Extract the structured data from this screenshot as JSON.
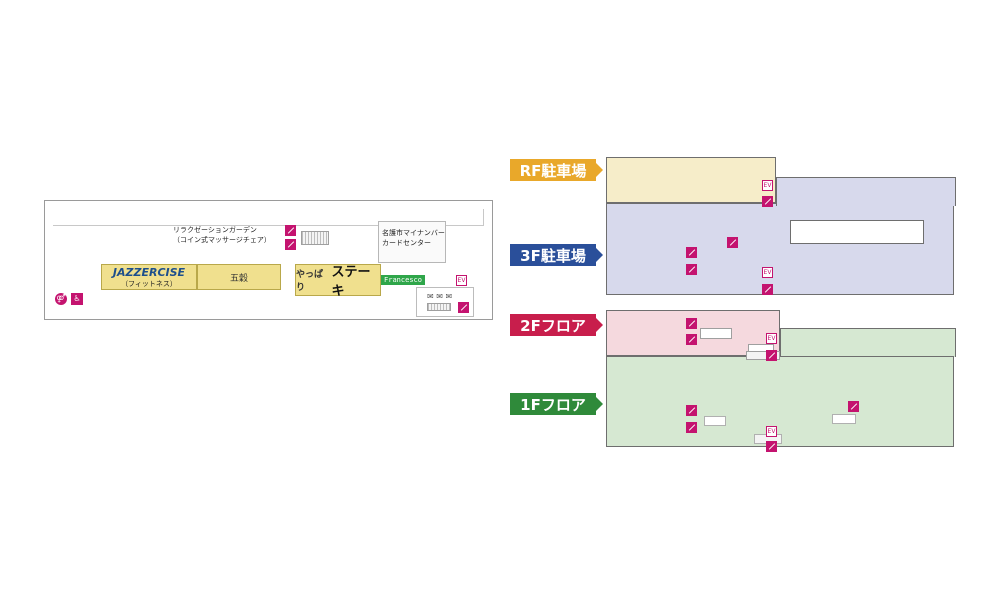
{
  "detail_map": {
    "jazzercise_logo": "JAZZERCISE",
    "jazzercise_sub": "（フィットネス）",
    "gokoku": "五穀",
    "relax_line1": "リラクゼーションガーデン",
    "relax_line2": "（コイン式マッサージチェア）",
    "mynumber_line1": "名護市マイナンバー",
    "mynumber_line2": "カードセンター",
    "steak": "ステーキ",
    "steak_sub": "やっぱり",
    "francesco": "Francesco"
  },
  "floors": [
    {
      "label": "RF駐車場",
      "color": "#e9a82a"
    },
    {
      "label": "3F駐車場",
      "color": "#2a4f9a"
    },
    {
      "label": "2Fフロア",
      "color": "#c81e4c"
    },
    {
      "label": "1Fフロア",
      "color": "#2f8a3a"
    }
  ],
  "colors": {
    "floor_rf": "#f6edc9",
    "floor_3f": "#d7d9ec",
    "floor_2f": "#f5d9de",
    "floor_1f": "#d6e8d2",
    "icon": "#c4136f"
  },
  "icons": {
    "restroom": "restroom-icon",
    "wheelchair": "wheelchair-icon",
    "escalator": "escalator-icon",
    "elevator": "elevator-icon",
    "stairs": "stairs-icon"
  }
}
